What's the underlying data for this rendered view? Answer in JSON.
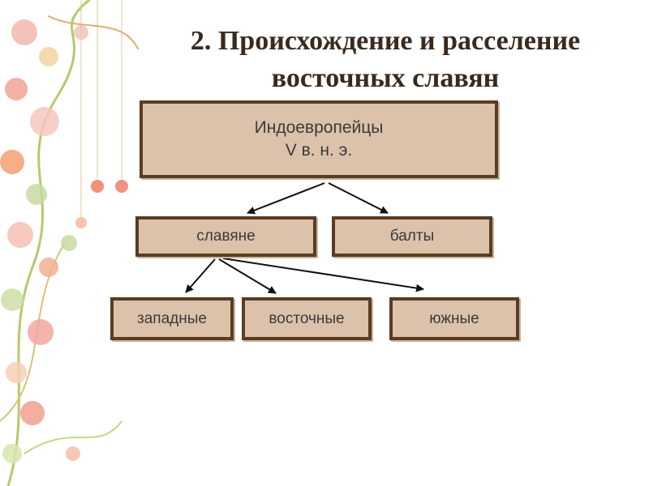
{
  "title": {
    "line1": "2. Происхождение и расселение",
    "line2": "восточных славян"
  },
  "diagram": {
    "root": {
      "line1": "Индоевропейцы",
      "line2": "V в. н. э."
    },
    "level1": [
      "славяне",
      "балты"
    ],
    "level2": [
      "западные",
      "восточные",
      "южные"
    ]
  },
  "colors": {
    "box_fill": "#dcc2ab",
    "box_border": "#5b3c20",
    "title_text": "#3a2a1e",
    "arrow": "#111111"
  }
}
